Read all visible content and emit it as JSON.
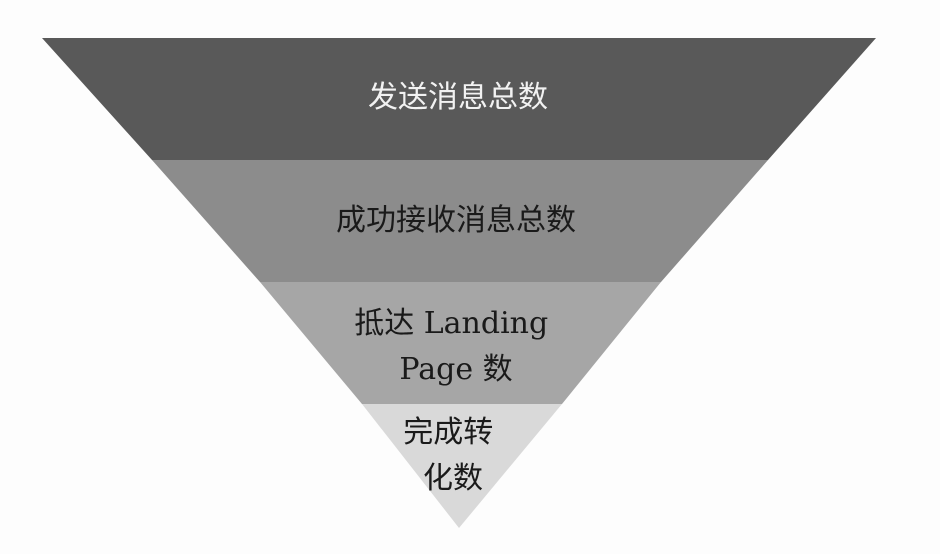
{
  "funnel": {
    "stages": [
      {
        "lines": [
          "发送消息总数"
        ],
        "color": "#595959",
        "text_color": "#f2f2f2"
      },
      {
        "lines": [
          "成功接收消息总数"
        ],
        "color": "#8c8c8c",
        "text_color": "#1a1a1a"
      },
      {
        "lines": [
          "抵达 Landing",
          "Page 数"
        ],
        "color": "#a6a6a6",
        "text_color": "#1a1a1a"
      },
      {
        "lines": [
          "完成转",
          "化数"
        ],
        "color": "#d9d9d9",
        "text_color": "#1a1a1a"
      }
    ]
  }
}
